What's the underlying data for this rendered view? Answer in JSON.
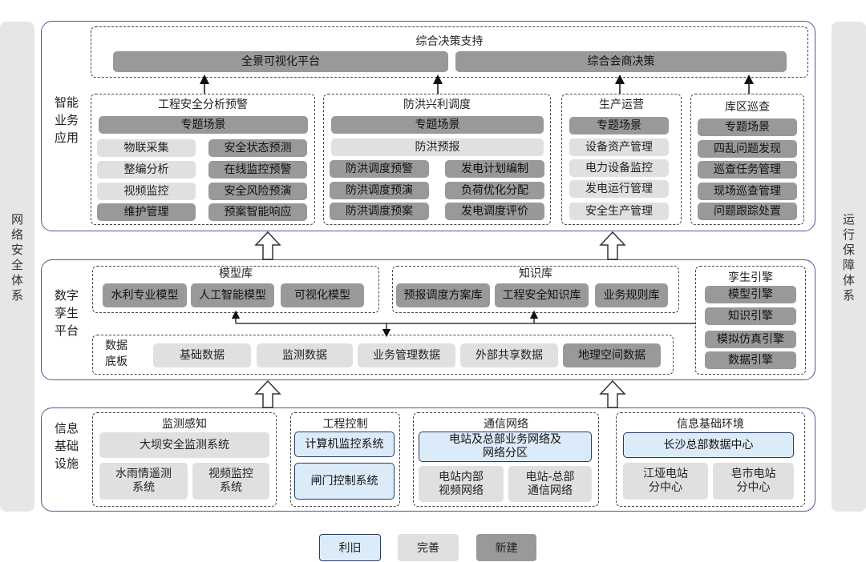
{
  "side": {
    "left": "网络安全体系",
    "right": "运行保障体系"
  },
  "layer1": {
    "title": "智能\n业务\n应用",
    "decision": {
      "title": "综合决策支持",
      "items": [
        "全景可视化平台",
        "综合会商决策"
      ]
    },
    "groups": {
      "safety": {
        "title": "工程安全分析预警",
        "topic": "专题场景",
        "left": [
          "物联采集",
          "整编分析",
          "视频监控",
          "维护管理"
        ],
        "right": [
          "安全状态预测",
          "在线监控预警",
          "安全风险预演",
          "预案智能响应"
        ]
      },
      "flood": {
        "title": "防洪兴利调度",
        "topic": "专题场景",
        "sub": "防洪预报",
        "left": [
          "防洪调度预警",
          "防洪调度预演",
          "防洪调度预案"
        ],
        "right": [
          "发电计划编制",
          "负荷优化分配",
          "发电调度评价"
        ]
      },
      "production": {
        "title": "生产运营",
        "topic": "专题场景",
        "items": [
          "设备资产管理",
          "电力设备监控",
          "发电运行管理",
          "安全生产管理"
        ]
      },
      "inspection": {
        "title": "库区巡查",
        "topic": "专题场景",
        "items": [
          "四乱问题发现",
          "巡查任务管理",
          "现场巡查管理",
          "问题跟踪处置"
        ]
      }
    }
  },
  "layer2": {
    "title": "数字\n孪生\n平台",
    "model": {
      "title": "模型库",
      "items": [
        "水利专业模型",
        "人工智能模型",
        "可视化模型"
      ]
    },
    "knowledge": {
      "title": "知识库",
      "items": [
        "预报调度方案库",
        "工程安全知识库",
        "业务规则库"
      ]
    },
    "engine": {
      "title": "孪生引擎",
      "items": [
        "模型引擎",
        "知识引擎",
        "模拟仿真引擎",
        "数据引擎"
      ]
    },
    "data": {
      "title": "数据\n底板",
      "items": [
        "基础数据",
        "监测数据",
        "业务管理数据",
        "外部共享数据",
        "地理空间数据"
      ]
    }
  },
  "layer3": {
    "title": "信息\n基础\n设施",
    "monitor": {
      "title": "监测感知",
      "top": "大坝安全监测系统",
      "items": [
        "水雨情遥测\n系统",
        "视频监控\n系统"
      ]
    },
    "control": {
      "title": "工程控制",
      "items": [
        "计算机监控系统",
        "闸门控制系统"
      ]
    },
    "network": {
      "title": "通信网络",
      "top": "电站及总部业务网络及\n网络分区",
      "items": [
        "电站内部\n视频网络",
        "电站-总部\n通信网络"
      ]
    },
    "infra": {
      "title": "信息基础环境",
      "top": "长沙总部数据中心",
      "items": [
        "江垭电站\n分中心",
        "皂市电站\n分中心"
      ]
    }
  },
  "legend": [
    "利旧",
    "完善",
    "新建"
  ],
  "colors": {
    "reuse": "#dcebf8",
    "improve": "#e0e0e0",
    "new": "#999999",
    "frame": "#4a5a9a"
  }
}
